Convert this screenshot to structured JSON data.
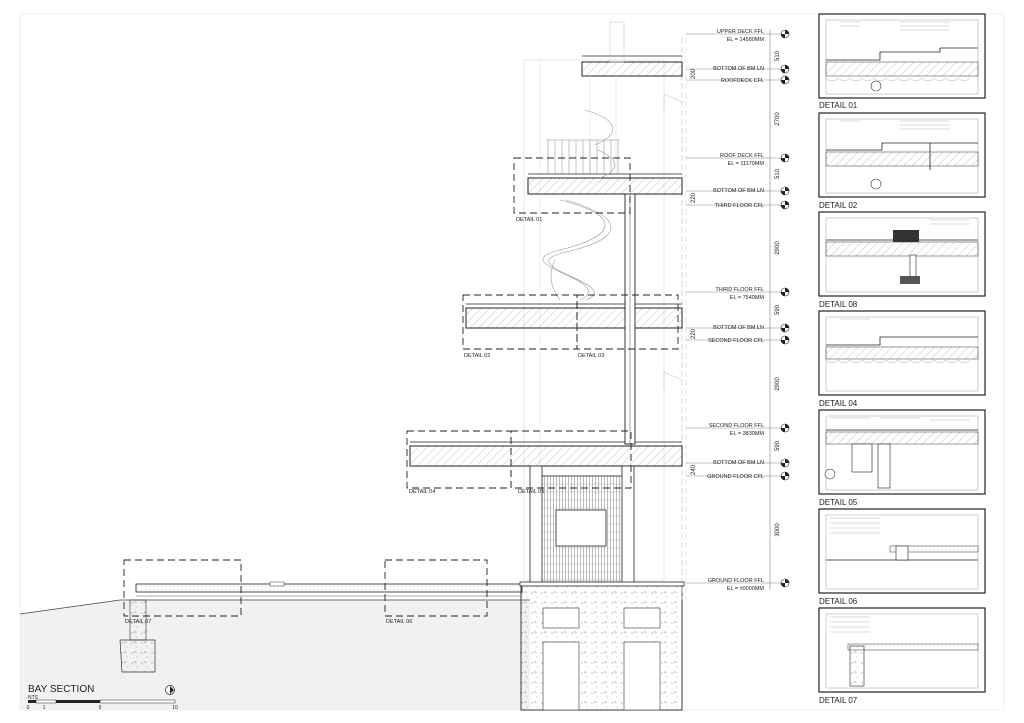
{
  "drawing": {
    "title": "BAY SECTION",
    "scale_note": "NTS",
    "scale_bar_labels": [
      "0",
      "1",
      "5",
      "10"
    ]
  },
  "levels": [
    {
      "name": "UPPER DECK FFL",
      "elevation": "EL = 14580MM"
    },
    {
      "name": "BOTTOM OF BM LN",
      "elevation": ""
    },
    {
      "name": "ROOFDECK CFL",
      "elevation": ""
    },
    {
      "name": "ROOF DECK FFL",
      "elevation": "EL = 11170MM"
    },
    {
      "name": "BOTTOM OF BM LN",
      "elevation": ""
    },
    {
      "name": "THIRD FLOOR CFL",
      "elevation": ""
    },
    {
      "name": "THIRD FLOOR FFL",
      "elevation": "EL = 7540MM"
    },
    {
      "name": "BOTTOM OF BM LN",
      "elevation": ""
    },
    {
      "name": "SECOND FLOOR CFL",
      "elevation": ""
    },
    {
      "name": "SECOND FLOOR FFL",
      "elevation": "EL = 3830MM"
    },
    {
      "name": "BOTTOM OF BM LN",
      "elevation": ""
    },
    {
      "name": "GROUND FLOOR CFL",
      "elevation": ""
    },
    {
      "name": "GROUND FLOOR FFL",
      "elevation": "EL = ±0000MM"
    }
  ],
  "dimensions": [
    "510",
    "200",
    "2700",
    "510",
    "220",
    "2900",
    "590",
    "220",
    "2900",
    "590",
    "240",
    "3000"
  ],
  "section_detail_labels": [
    "DETAIL 01",
    "DETAIL 02",
    "DETAIL 03",
    "DETAIL 04",
    "DETAIL 05",
    "DETAIL 06",
    "DETAIL 07"
  ],
  "detail_panels": [
    {
      "title": "DETAIL 01"
    },
    {
      "title": "DETAIL 02"
    },
    {
      "title": "DETAIL 08"
    },
    {
      "title": "DETAIL 04"
    },
    {
      "title": "DETAIL 05"
    },
    {
      "title": "DETAIL 06"
    },
    {
      "title": "DETAIL 07"
    }
  ]
}
